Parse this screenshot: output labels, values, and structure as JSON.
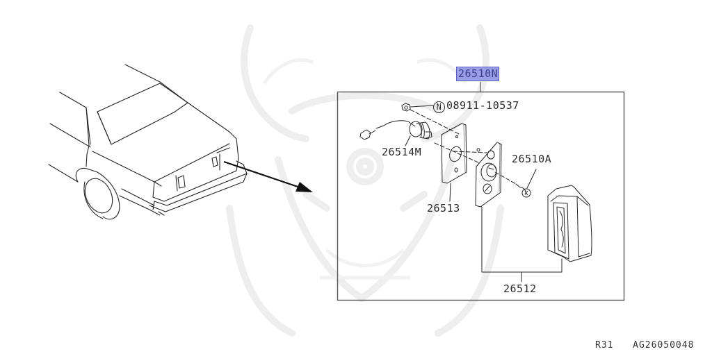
{
  "diagram": {
    "main_part": {
      "part_number": "26510N",
      "highlighted": true,
      "highlight_color": "#9a9ee8"
    },
    "callouts": [
      {
        "id": "nut",
        "prefix_symbol": "N",
        "part_number": "08911-10537"
      },
      {
        "id": "socket",
        "part_number": "26514M"
      },
      {
        "id": "gasket",
        "part_number": "26513"
      },
      {
        "id": "bulb",
        "part_number": "26510A"
      },
      {
        "id": "lens-housing",
        "part_number": "26512"
      }
    ],
    "vehicle_view": "rear three-quarter view of sedan with trunk-mounted lamp location arrow"
  },
  "footer": {
    "model_code": "R31",
    "diagram_code": "AG26050048"
  }
}
